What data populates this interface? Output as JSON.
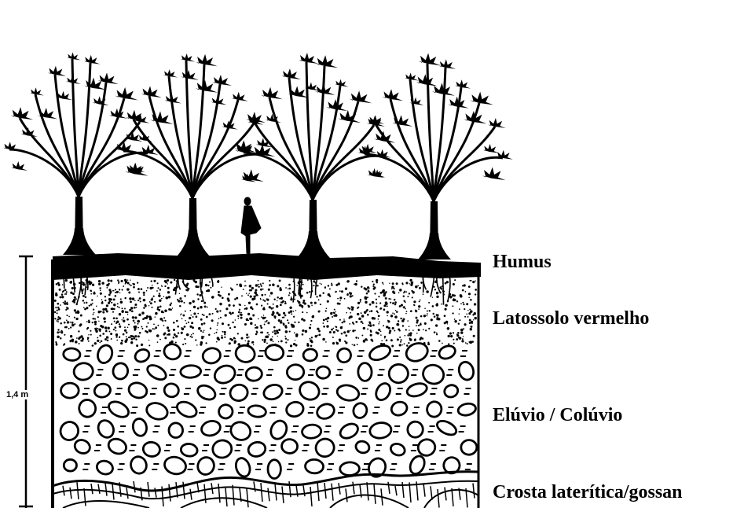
{
  "scale": {
    "label": "1,4 m"
  },
  "layers": {
    "humus": "Humus",
    "latosol": "Latossolo vermelho",
    "eluvium": "Elúvio / Colúvio",
    "crust": "Crosta laterítica/gossan"
  },
  "colors": {
    "ink": "#000000",
    "paper": "#ffffff"
  }
}
